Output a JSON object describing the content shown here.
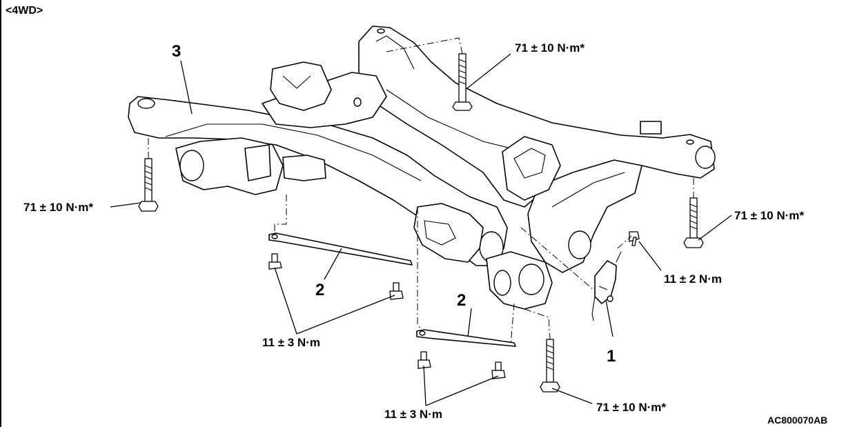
{
  "header": {
    "variant": "<4WD>"
  },
  "figure_code": "AC800070AB",
  "callouts": {
    "part_1": "1",
    "part_2_left": "2",
    "part_2_right": "2",
    "part_3": "3"
  },
  "torques": {
    "top_bolt": "71 ± 10 N·m*",
    "left_bolt": "71 ± 10 N·m*",
    "right_bolt": "71 ± 10 N·m*",
    "bottom_bolt": "71 ± 10 N·m*",
    "bracket_bolt": "11 ± 2 N·m",
    "left_stay_bolts": "11 ± 3 N·m",
    "right_stay_bolts": "11 ± 3 N·m"
  },
  "colors": {
    "line": "#000000",
    "background": "#ffffff"
  }
}
